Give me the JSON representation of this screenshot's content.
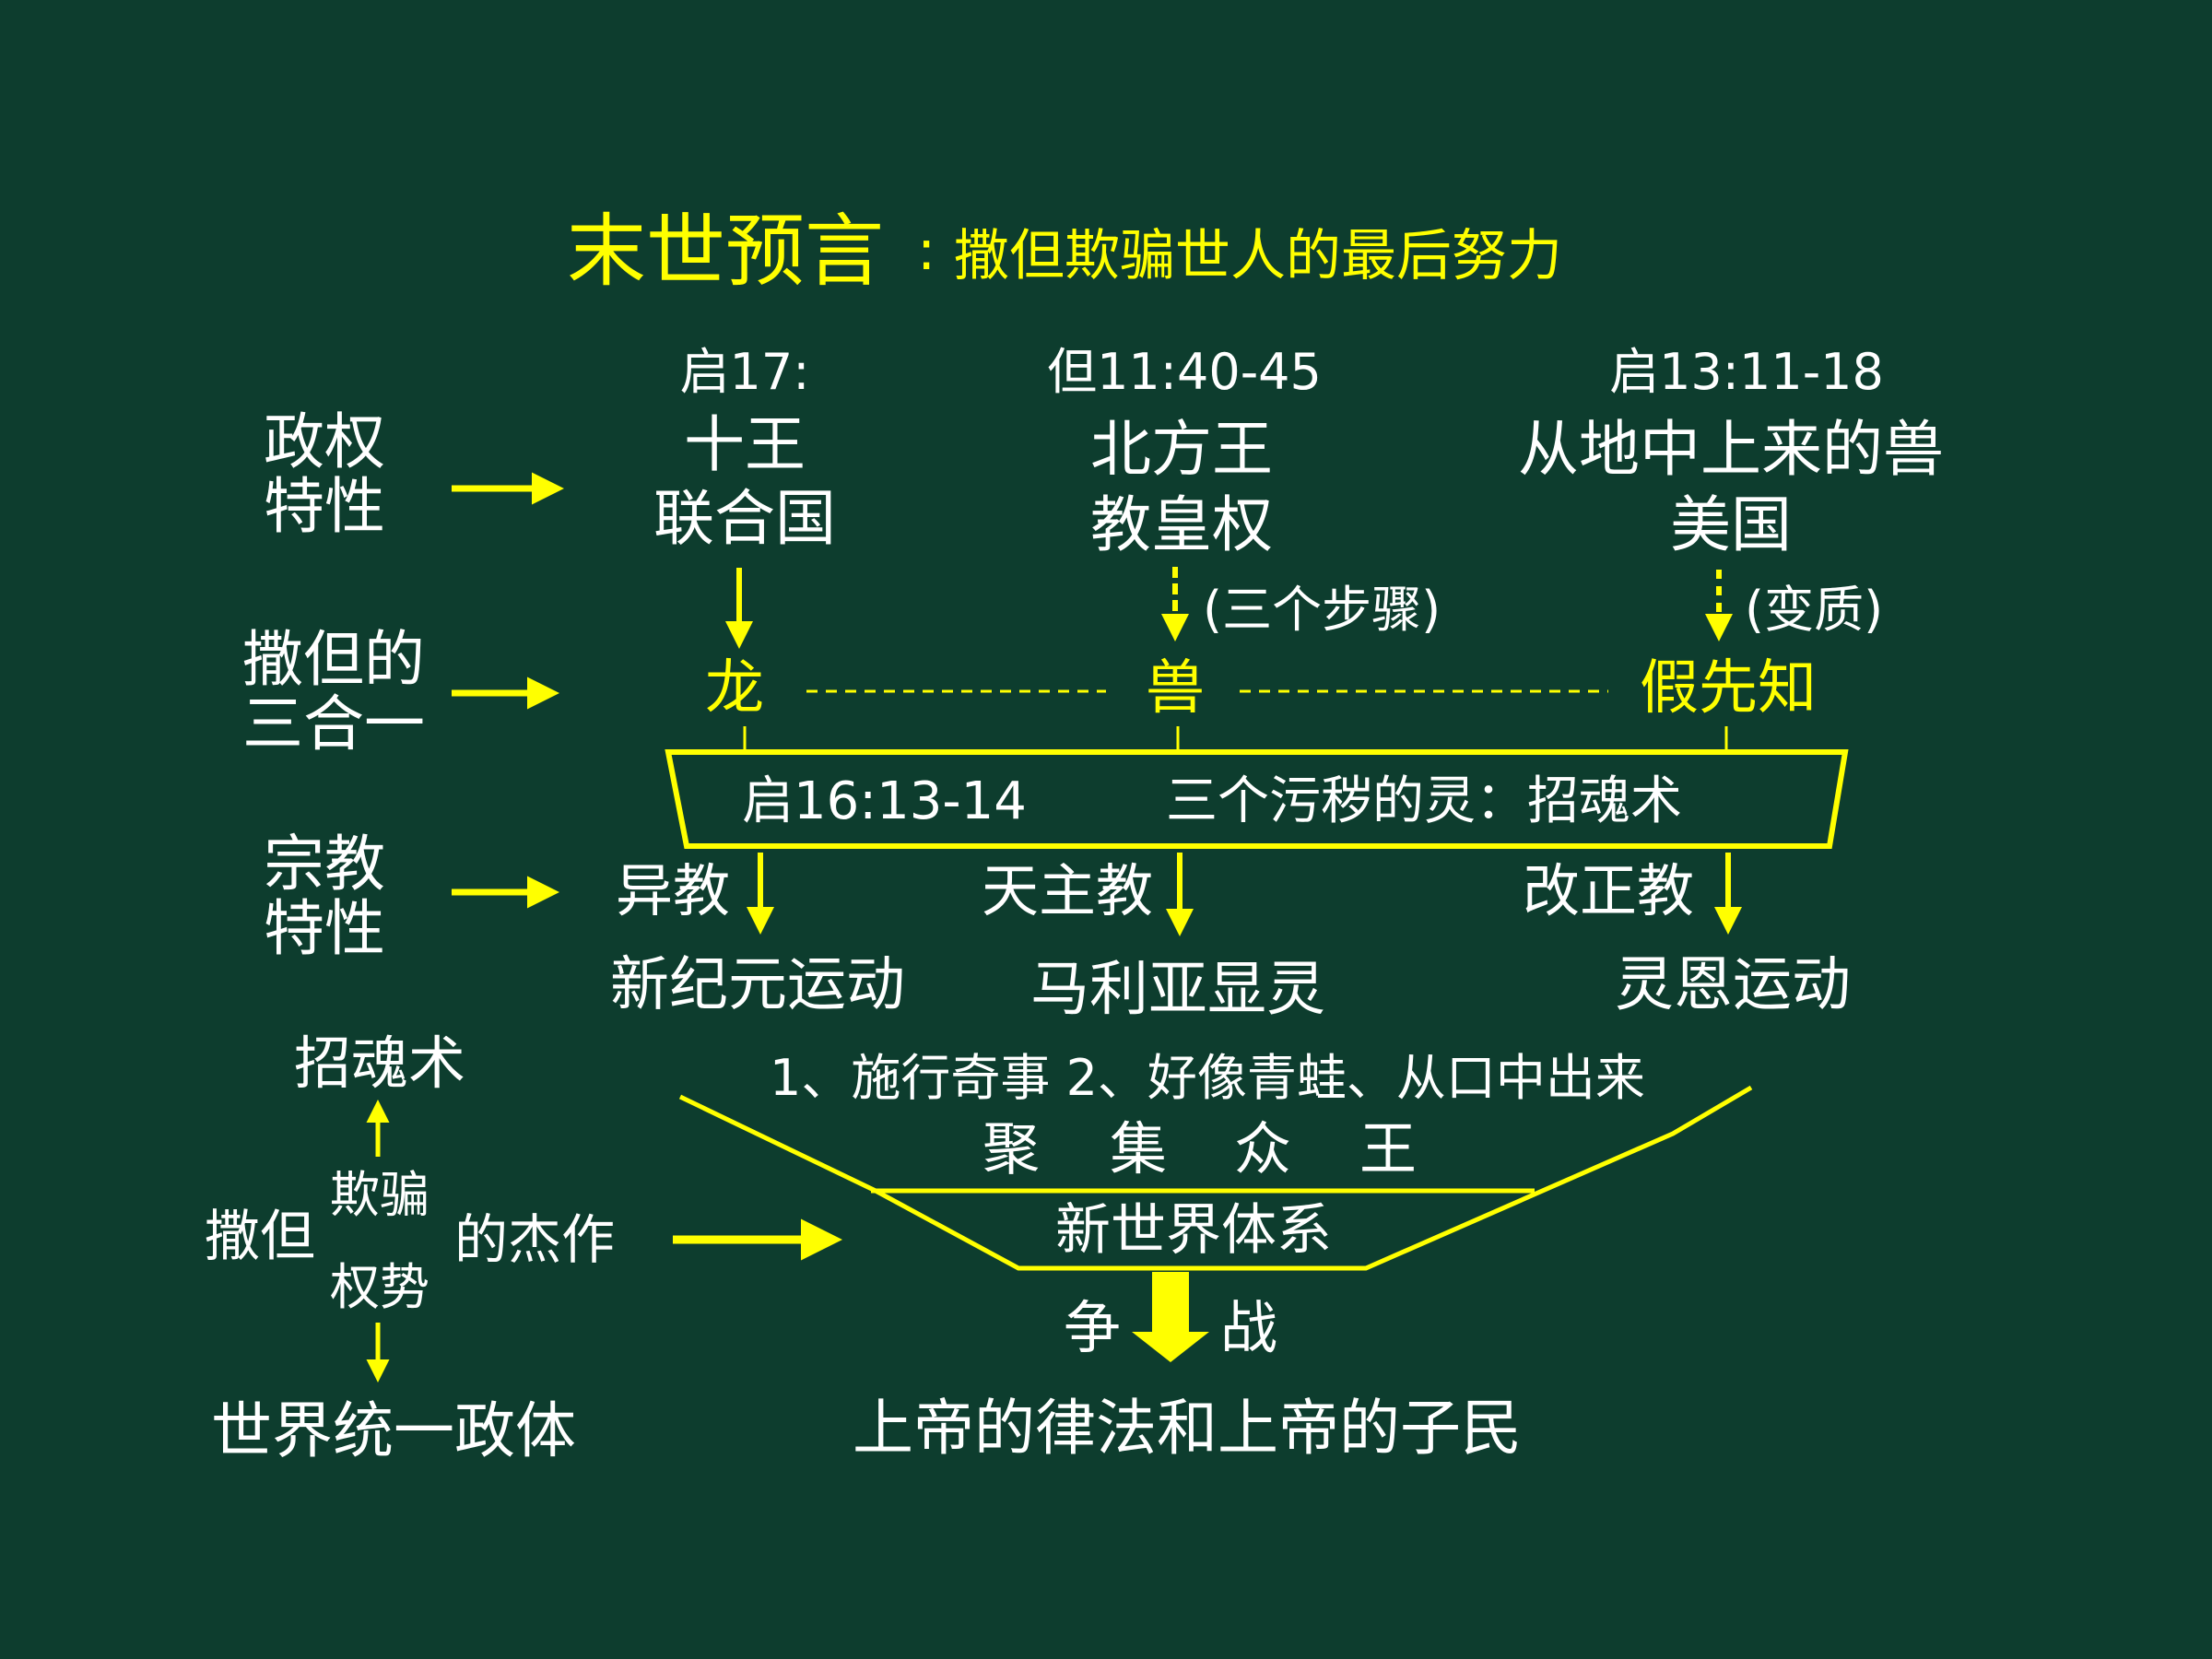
{
  "title": {
    "main": "末世预言",
    "colon": ":",
    "sub": "撒但欺骗世人的最后努力"
  },
  "rows": {
    "political": [
      "政权",
      "特性"
    ],
    "trinity": [
      "撒但的",
      "三合一"
    ],
    "religious": [
      "宗教",
      "特性"
    ]
  },
  "columns": [
    {
      "ref": "启17:",
      "name": "十王",
      "entity": "联合国",
      "member": "龙",
      "note": "",
      "religion": "异教",
      "movement": "新纪元运动"
    },
    {
      "ref": "但11:40-45",
      "name": "北方王",
      "entity": "教皇权",
      "member": "兽",
      "note": "(三个步骤)",
      "religion": "天主教",
      "movement": "马利亚显灵"
    },
    {
      "ref": "启13:11-18",
      "name": "从地中上来的兽",
      "entity": "美国",
      "member": "假先知",
      "note": "(变质)",
      "religion": "改正教",
      "movement": "灵恩运动"
    }
  ],
  "spirit_box": {
    "ref": "启16:13-14",
    "text": "三个污秽的灵：招魂术"
  },
  "funnel": {
    "signs": "1、施行奇事  2、好像青蛙、从口中出来",
    "gather": [
      "聚",
      "集",
      "众",
      "王"
    ],
    "system": "新世界体系",
    "war_left": "争",
    "war_right": "战",
    "target": "上帝的律法和上帝的子民"
  },
  "left_diagram": {
    "top": "招魂术",
    "satan": "撒但",
    "deceive": "欺骗",
    "power": "权势",
    "masterpiece": "的杰作",
    "bottom": "世界统一政体"
  },
  "colors": {
    "background": "#0d3d2e",
    "accent": "#ffff00",
    "text": "#ffffff"
  }
}
